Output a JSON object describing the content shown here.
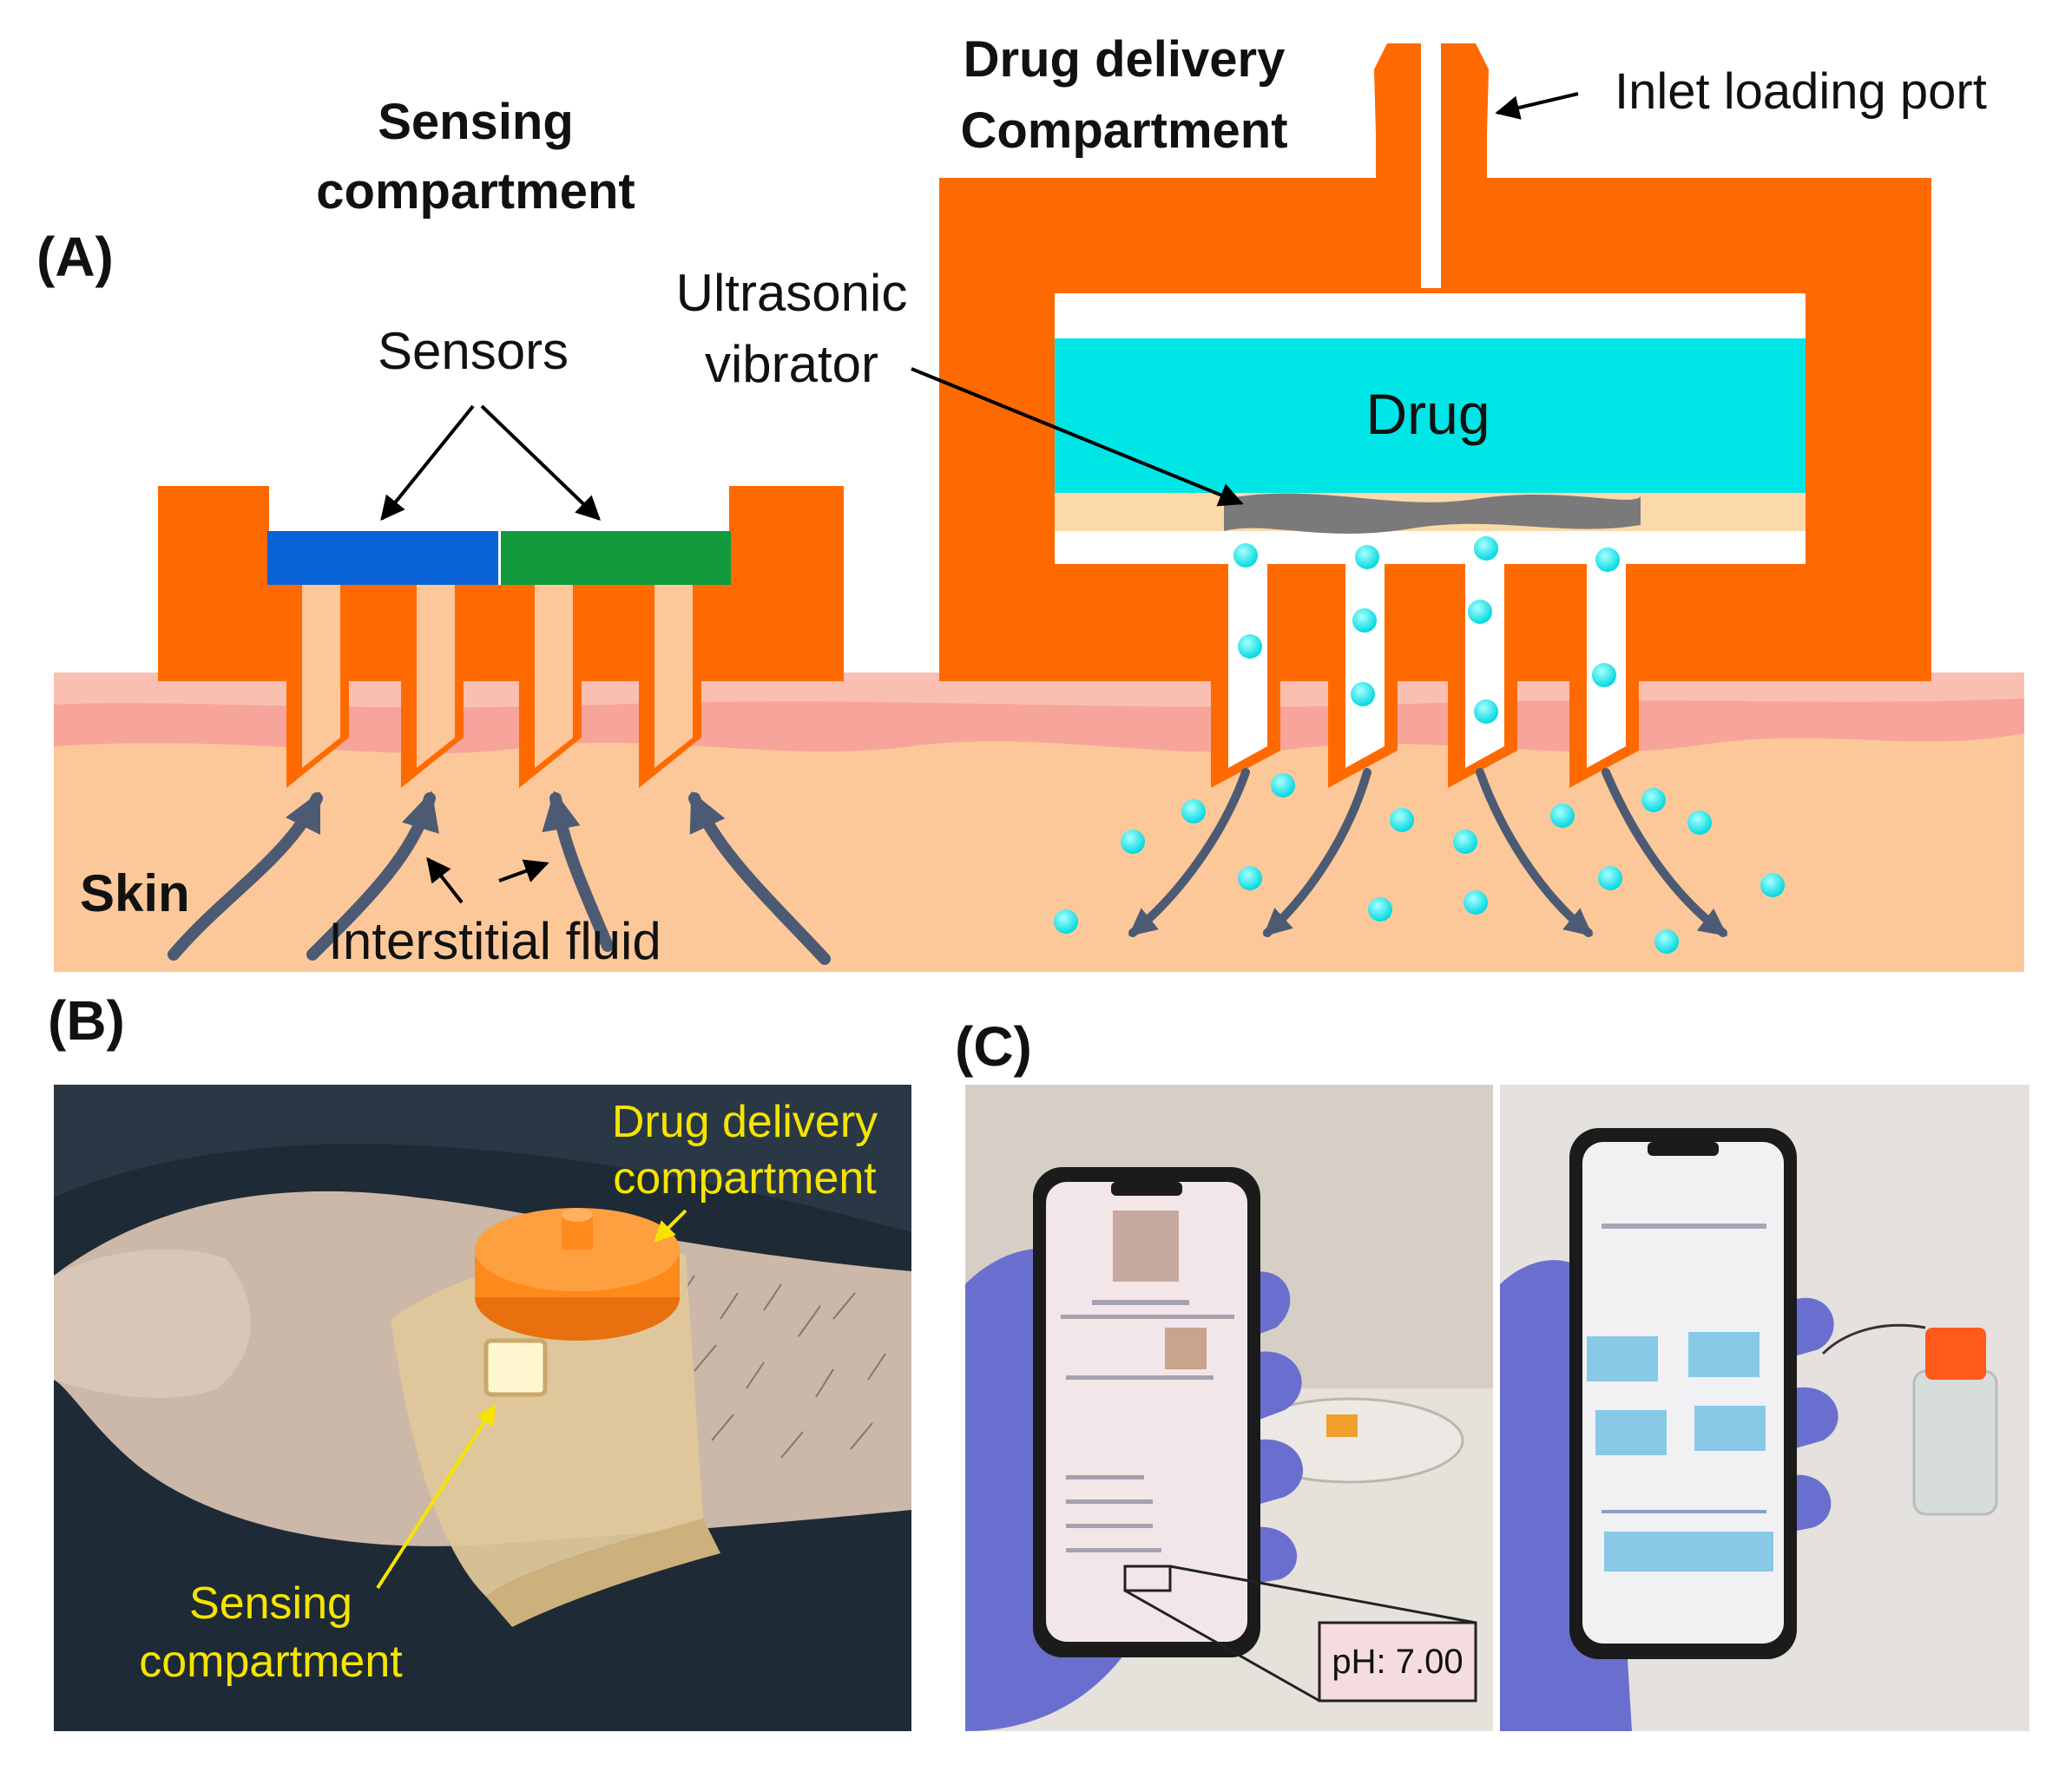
{
  "panel_a": {
    "label": "(A)",
    "sensing_title_1": "Sensing",
    "sensing_title_2": "compartment",
    "sensors": "Sensors",
    "drug_title_1": "Drug delivery",
    "drug_title_2": "Compartment",
    "inlet": "Inlet loading port",
    "vibrator_1": "Ultrasonic",
    "vibrator_2": "vibrator",
    "drug": "Drug",
    "skin": "Skin",
    "fluid": "Interstitial fluid"
  },
  "panel_b": {
    "label": "(B)",
    "drug_label_1": "Drug delivery",
    "drug_label_2": "compartment",
    "sensing_label_1": "Sensing",
    "sensing_label_2": "compartment"
  },
  "panel_c": {
    "label": "(C)",
    "ph_readout": "pH: 7.00"
  },
  "colors": {
    "housing": "#ff6a00",
    "skin_top": "#f7b3a7",
    "skin_body": "#fcc89a",
    "drug": "#00e5e5",
    "sensor_blue": "#0a64d8",
    "sensor_green": "#109a3c",
    "flow_arrow": "#4c5b73",
    "photo_label": "#f5e400"
  }
}
